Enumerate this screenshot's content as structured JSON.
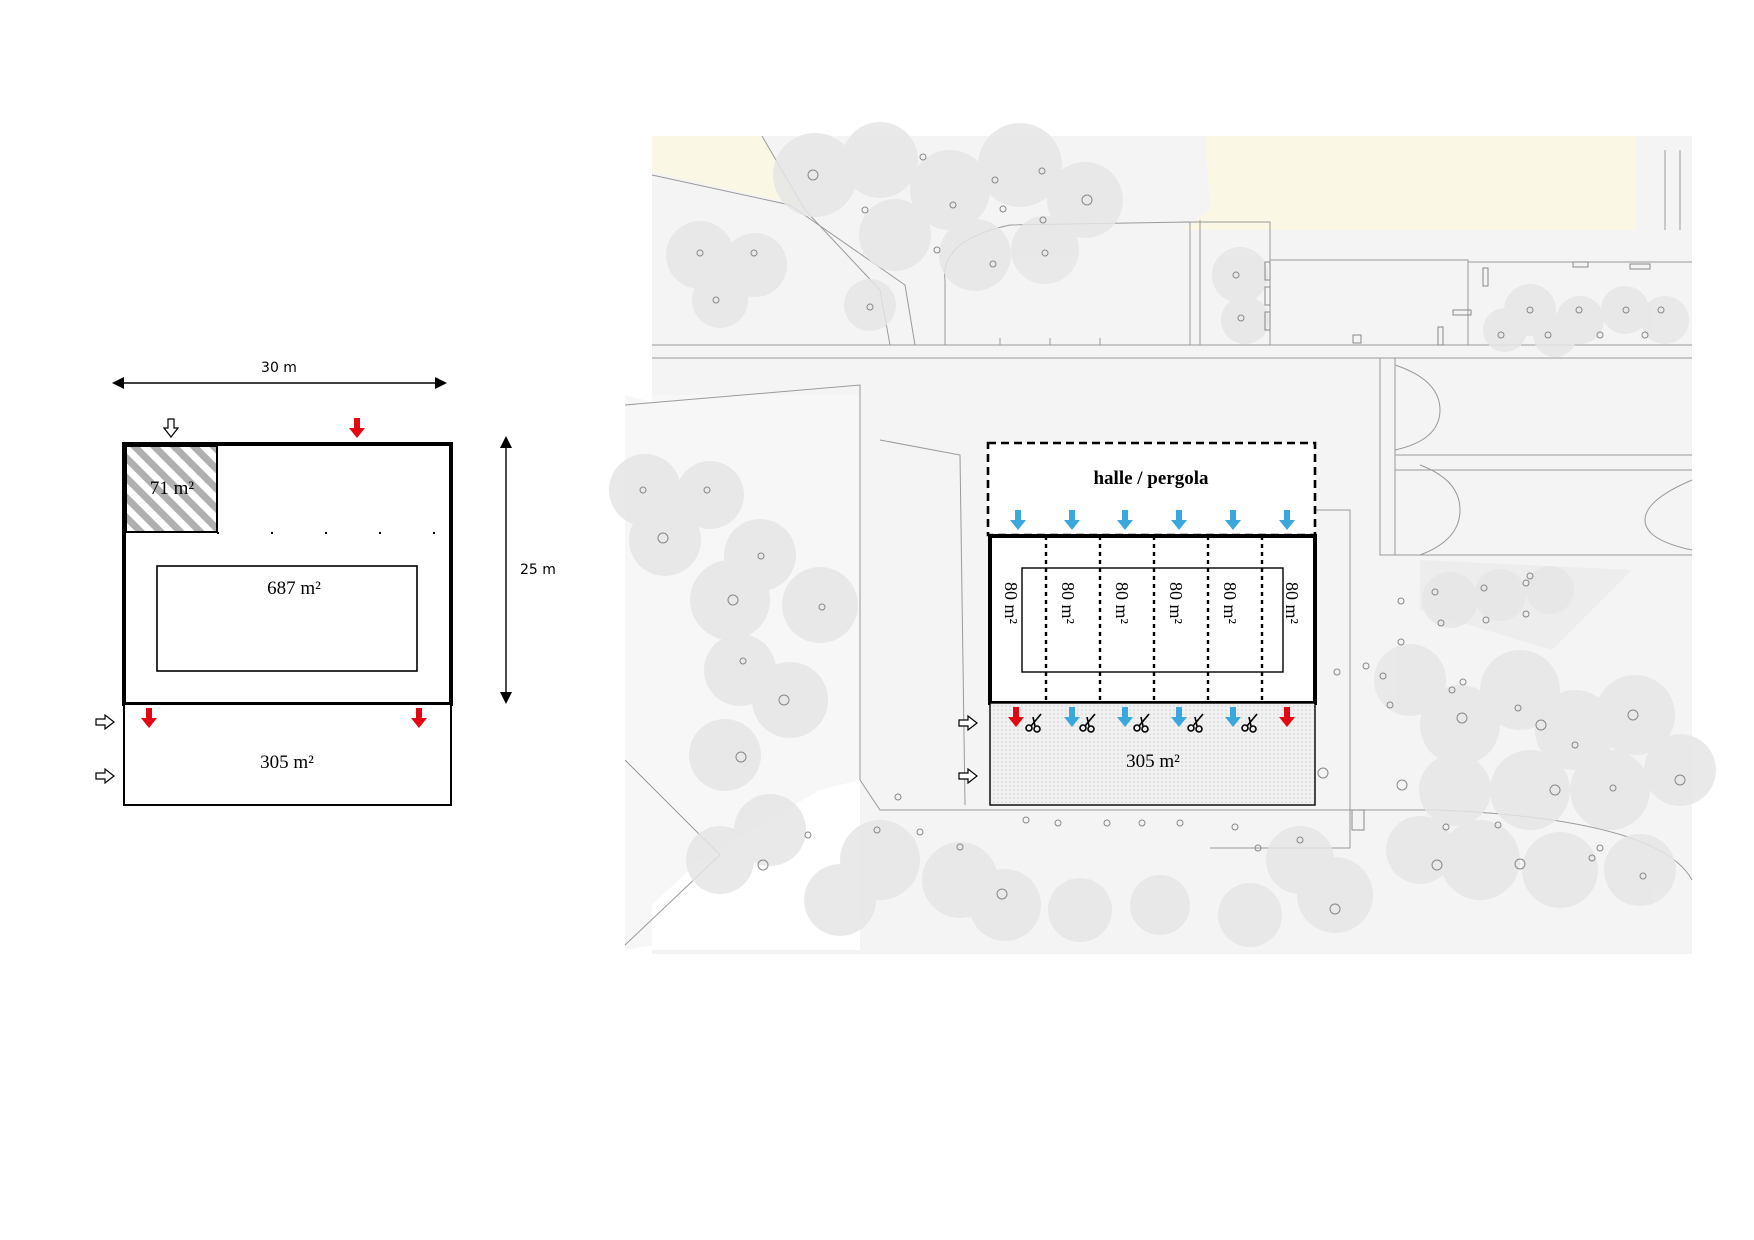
{
  "diagram_left": {
    "width_label": "30 m",
    "height_label": "25 m",
    "area_striped": "71 m²",
    "area_main": "687 m²",
    "area_bottom": "305 m²"
  },
  "diagram_right": {
    "canopy_label": "halle / pergola",
    "unit_area": "80 m²",
    "unit_count": 6,
    "area_bottom": "305 m²"
  },
  "colors": {
    "arrow_red": "#e30613",
    "arrow_blue": "#3aa8dc",
    "site_plan_gray": "#eeeeee",
    "field_yellow": "#faf8e4",
    "outline": "#000000"
  },
  "icons": [
    "red-arrow-icon",
    "blue-arrow-icon",
    "outline-arrow-icon",
    "scissors-icon",
    "tree-icon"
  ]
}
